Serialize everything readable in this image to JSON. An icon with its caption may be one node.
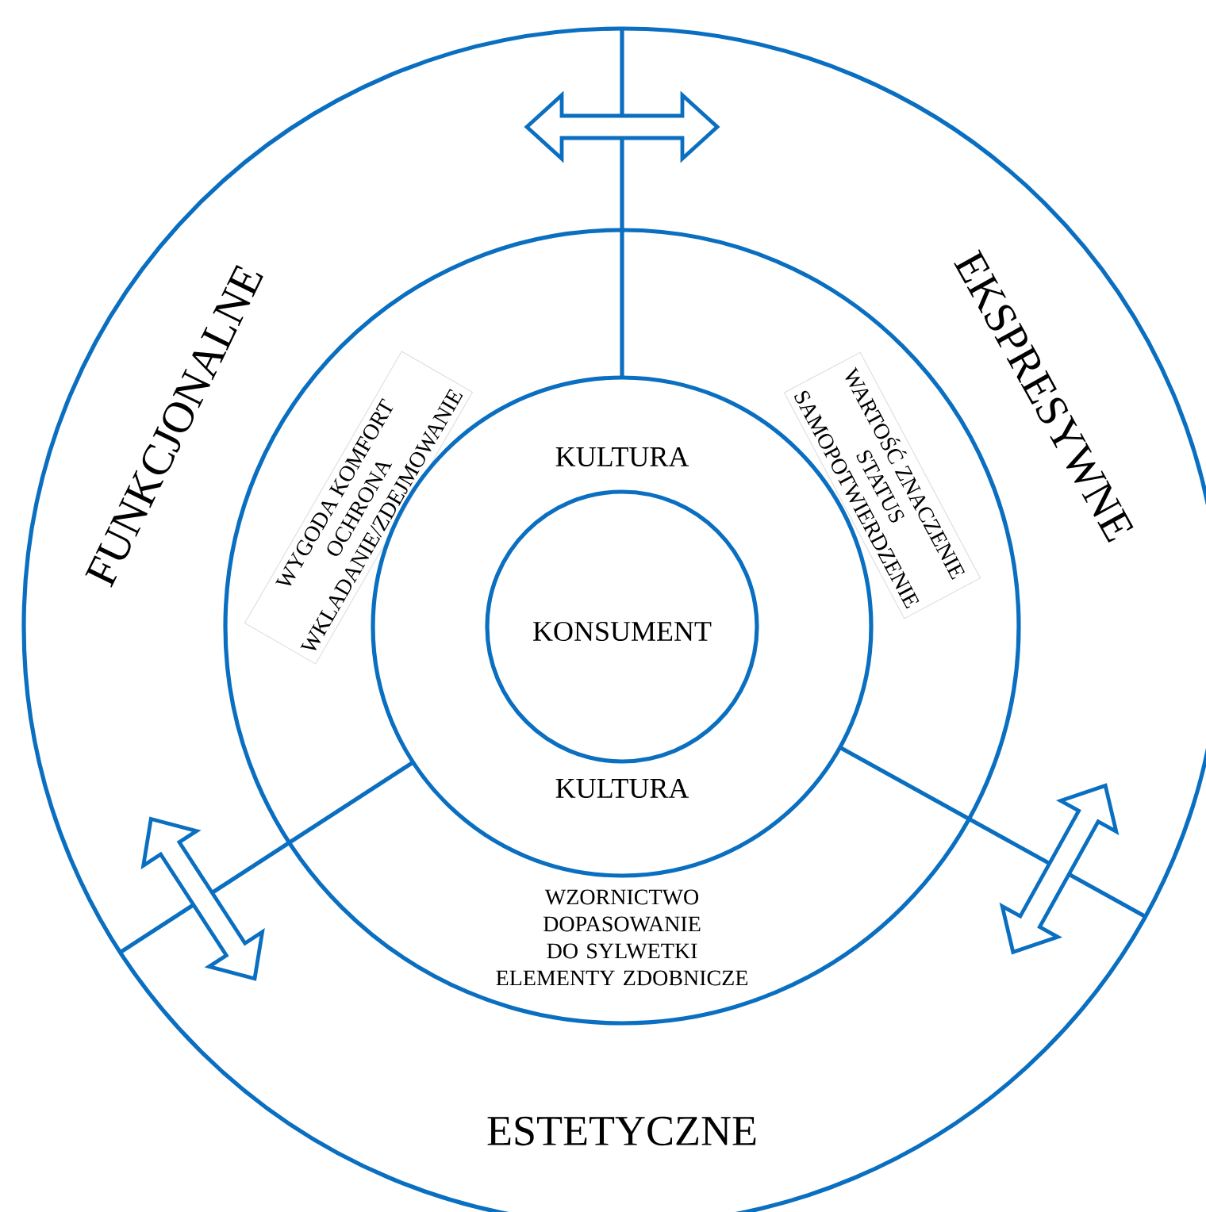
{
  "diagram": {
    "nodes": [
      {
        "text": [
          "FUNKCJONALNE",
          "EKSPRESYWNE",
          "ESTETYCZNE"
        ]
      },
      {
        "text": [
          "WYGODA KOMFORT",
          "OCHRONA",
          "WKLADANIE/ZDEJMOWANIE",
          "WARTOŚĆ ZNACZENIE",
          "STATUS",
          "SAMOPOTWIERDZENIE",
          "WZORNICTWO",
          "DOPASOWANIE DO SYLWETKI",
          "ELEMENTY ZDOBNICZE"
        ],
        "in": 0
      },
      {
        "text": [
          "KULTURA",
          "KULTURA"
        ],
        "in": 1
      },
      {
        "text": [
          "KONSUMENT"
        ],
        "in": 2
      }
    ]
  }
}
